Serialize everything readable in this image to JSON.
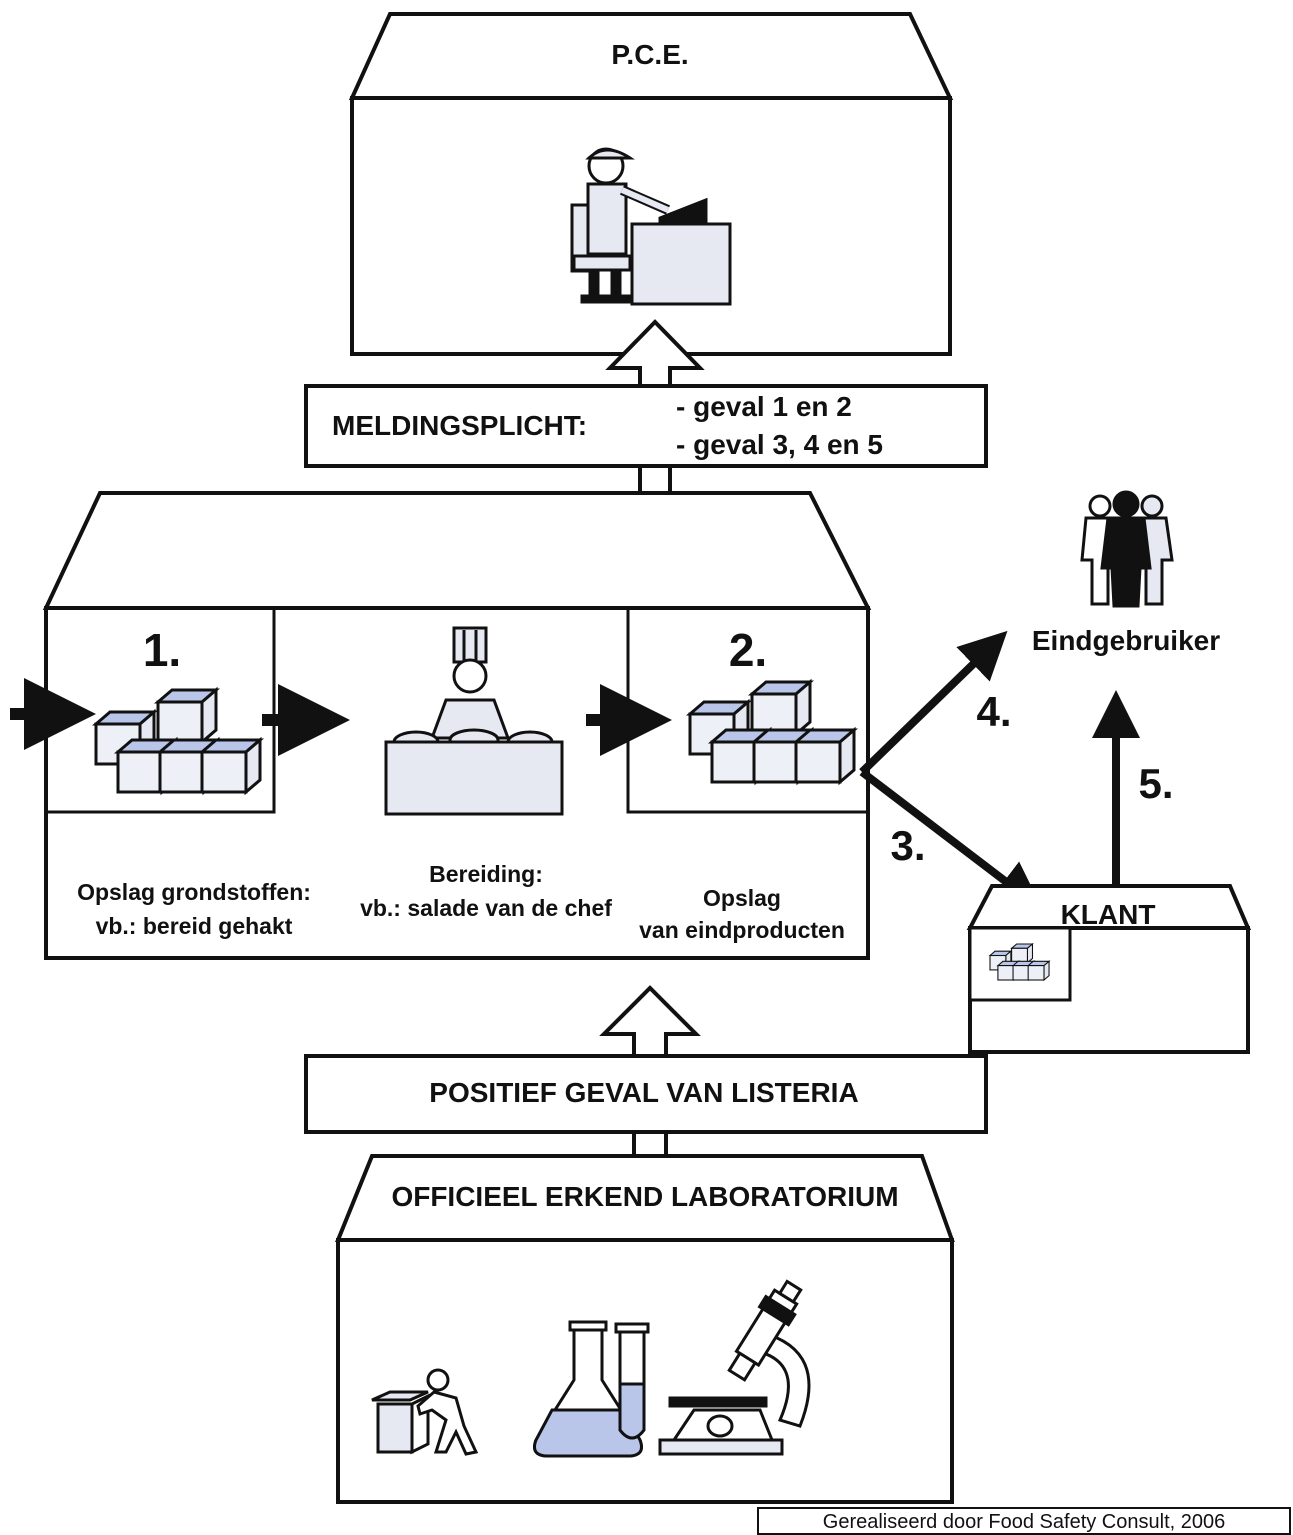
{
  "pce": {
    "title": "P.C.E."
  },
  "melding": {
    "label": "MELDINGSPLICHT:",
    "line1": "- geval 1 en 2",
    "line2": "- geval 3, 4 en 5"
  },
  "bedrijf": {
    "step1_number": "1.",
    "step2_number": "2.",
    "opslag_line1": "Opslag grondstoffen:",
    "opslag_line2": "vb.: bereid gehakt",
    "bereiding_line1": "Bereiding:",
    "bereiding_line2": "vb.: salade van de chef",
    "eind_line1": "Opslag",
    "eind_line2": "van eindproducten"
  },
  "flows": {
    "label3": "3.",
    "label4": "4.",
    "label5": "5."
  },
  "eindgebruiker": {
    "label": "Eindgebruiker"
  },
  "klant": {
    "label": "KLANT"
  },
  "positief": {
    "label": "POSITIEF GEVAL VAN  LISTERIA"
  },
  "lab": {
    "title": "OFFICIEEL ERKEND LABORATORIUM"
  },
  "credit": {
    "text": "Gerealiseerd door Food Safety Consult, 2006"
  },
  "colors": {
    "stroke": "#111111",
    "fill_light": "#e6e8f2",
    "fill_blue": "#b9c6ea"
  }
}
